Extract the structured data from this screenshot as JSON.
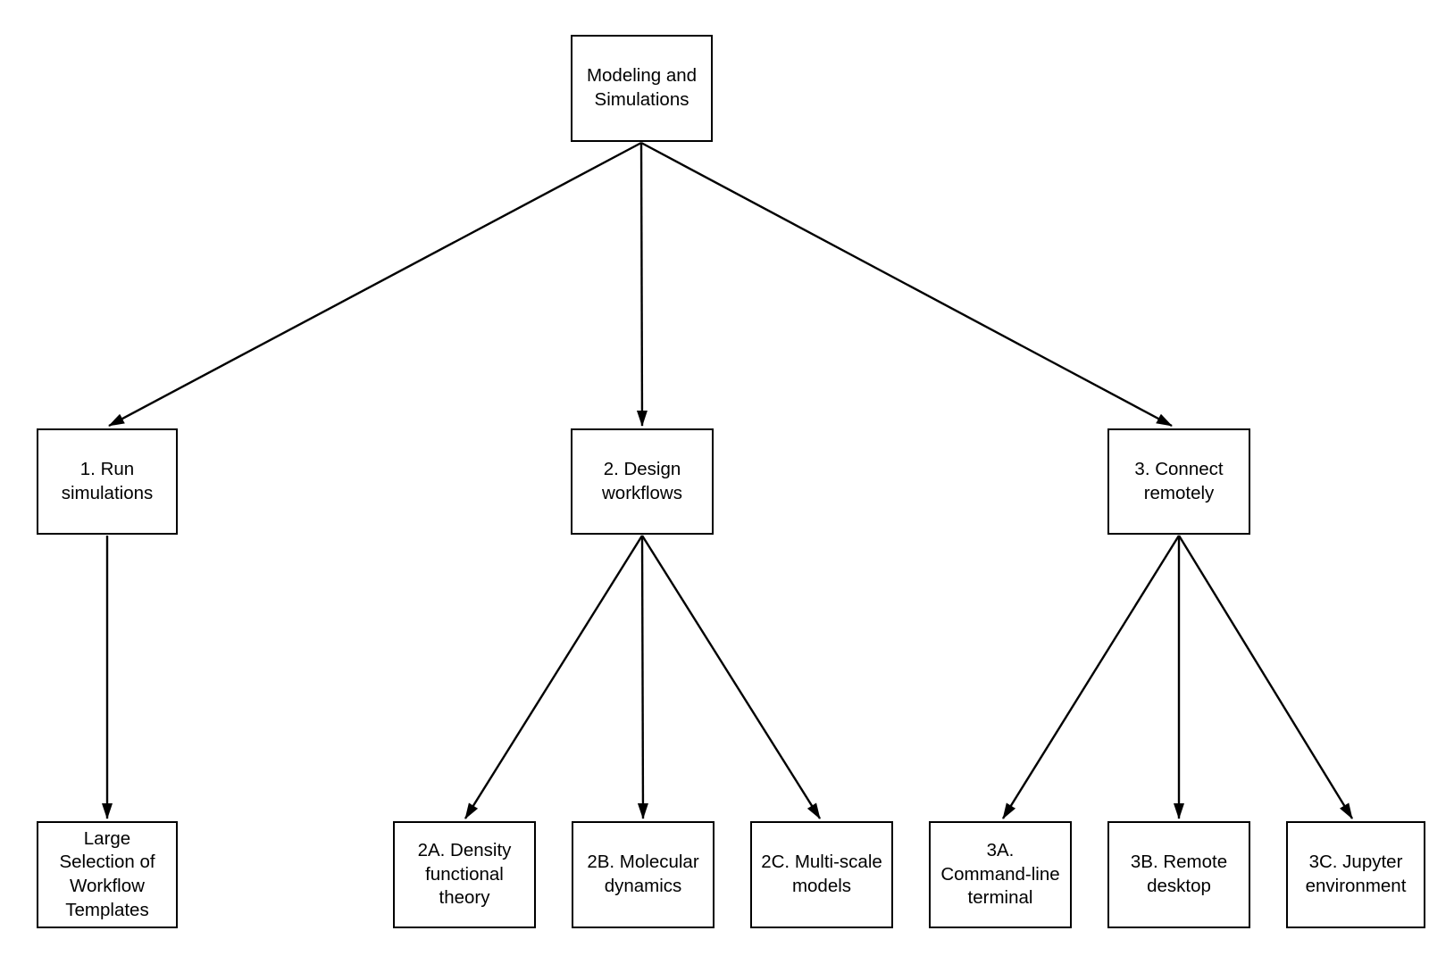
{
  "diagram": {
    "title_node": "Modeling and Simulations",
    "colors": {
      "background": "#ffffff",
      "box_border": "#000000",
      "text": "#000000",
      "arrow": "#000000"
    },
    "nodes": {
      "root": {
        "label": "Modeling and\nSimulations"
      },
      "n1": {
        "label": "1. Run\nsimulations"
      },
      "n2": {
        "label": "2. Design\nworkflows"
      },
      "n3": {
        "label": "3. Connect\nremotely"
      },
      "n1a": {
        "label": "Large\nSelection of\nWorkflow\nTemplates"
      },
      "n2a": {
        "label": "2A. Density\nfunctional\ntheory"
      },
      "n2b": {
        "label": "2B. Molecular\ndynamics"
      },
      "n2c": {
        "label": "2C. Multi-scale\nmodels"
      },
      "n3a": {
        "label": "3A.\nCommand-line\nterminal"
      },
      "n3b": {
        "label": "3B. Remote\ndesktop"
      },
      "n3c": {
        "label": "3C. Jupyter\nenvironment"
      }
    },
    "edges": [
      {
        "from": "root",
        "to": "n1"
      },
      {
        "from": "root",
        "to": "n2"
      },
      {
        "from": "root",
        "to": "n3"
      },
      {
        "from": "n1",
        "to": "n1a"
      },
      {
        "from": "n2",
        "to": "n2a"
      },
      {
        "from": "n2",
        "to": "n2b"
      },
      {
        "from": "n2",
        "to": "n2c"
      },
      {
        "from": "n3",
        "to": "n3a"
      },
      {
        "from": "n3",
        "to": "n3b"
      },
      {
        "from": "n3",
        "to": "n3c"
      }
    ]
  }
}
